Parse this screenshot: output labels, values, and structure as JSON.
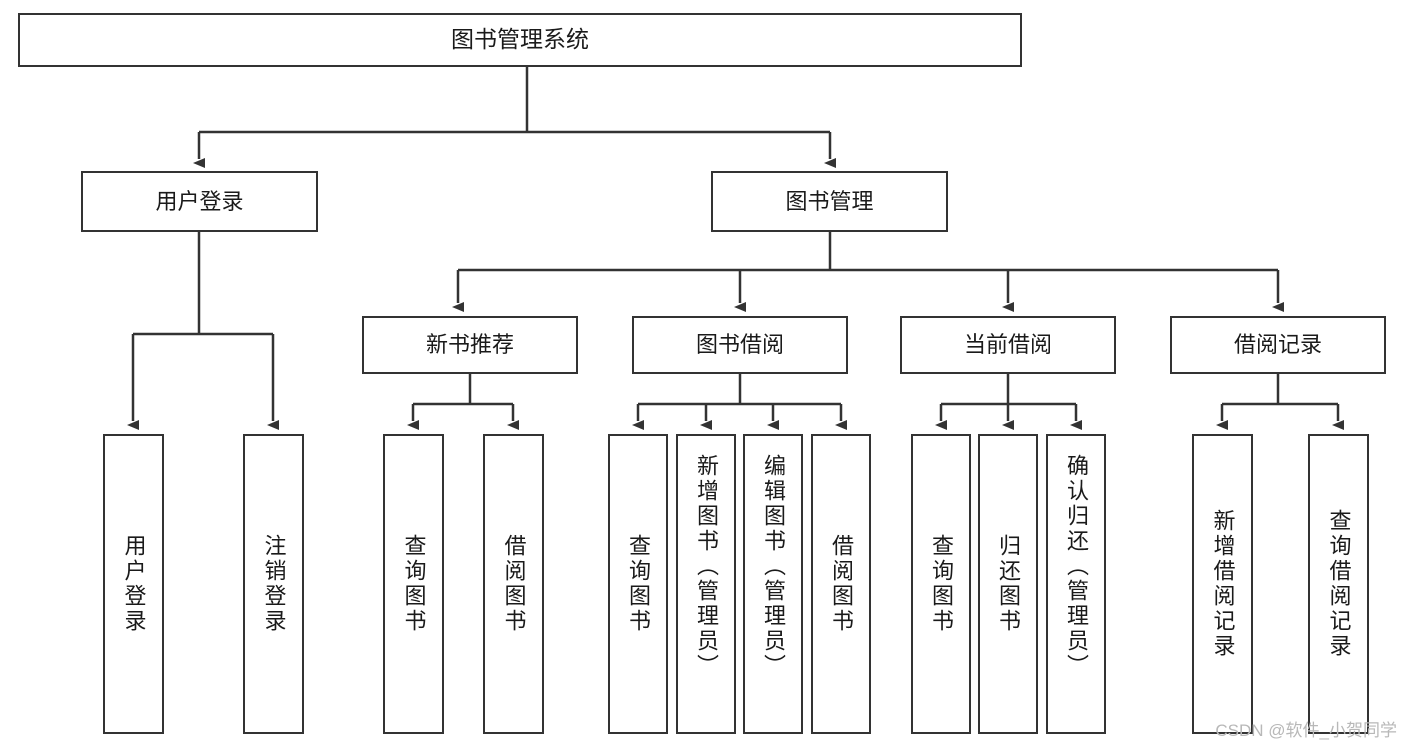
{
  "diagram": {
    "title": "图书管理系统",
    "type": "tree",
    "root": {
      "id": "root",
      "label": "图书管理系统",
      "orientation": "horizontal"
    },
    "level2": [
      {
        "id": "user-login",
        "label": "用户登录",
        "orientation": "horizontal"
      },
      {
        "id": "book-management",
        "label": "图书管理",
        "orientation": "horizontal"
      }
    ],
    "level3": [
      {
        "id": "new-book-recommend",
        "label": "新书推荐",
        "orientation": "horizontal",
        "parent": "book-management"
      },
      {
        "id": "book-borrow",
        "label": "图书借阅",
        "orientation": "horizontal",
        "parent": "book-management"
      },
      {
        "id": "current-borrow",
        "label": "当前借阅",
        "orientation": "horizontal",
        "parent": "book-management"
      },
      {
        "id": "borrow-record",
        "label": "借阅记录",
        "orientation": "horizontal",
        "parent": "book-management"
      }
    ],
    "leaves": [
      {
        "id": "leaf-user-login",
        "label": "用户登录",
        "orientation": "vertical",
        "parent": "user-login"
      },
      {
        "id": "leaf-logout",
        "label": "注销登录",
        "orientation": "vertical",
        "parent": "user-login"
      },
      {
        "id": "leaf-query-book-1",
        "label": "查询图书",
        "orientation": "vertical",
        "parent": "new-book-recommend"
      },
      {
        "id": "leaf-borrow-book-1",
        "label": "借阅图书",
        "orientation": "vertical",
        "parent": "new-book-recommend"
      },
      {
        "id": "leaf-query-book-2",
        "label": "查询图书",
        "orientation": "vertical",
        "parent": "book-borrow"
      },
      {
        "id": "leaf-add-book",
        "label": "新增图书（管理员）",
        "orientation": "vertical",
        "parent": "book-borrow"
      },
      {
        "id": "leaf-edit-book",
        "label": "编辑图书（管理员）",
        "orientation": "vertical",
        "parent": "book-borrow"
      },
      {
        "id": "leaf-borrow-book-2",
        "label": "借阅图书",
        "orientation": "vertical",
        "parent": "book-borrow"
      },
      {
        "id": "leaf-query-book-3",
        "label": "查询图书",
        "orientation": "vertical",
        "parent": "current-borrow"
      },
      {
        "id": "leaf-return-book",
        "label": "归还图书",
        "orientation": "vertical",
        "parent": "current-borrow"
      },
      {
        "id": "leaf-confirm-return",
        "label": "确认归还（管理员）",
        "orientation": "vertical",
        "parent": "current-borrow"
      },
      {
        "id": "leaf-add-record",
        "label": "新增借阅记录",
        "orientation": "vertical",
        "parent": "borrow-record"
      },
      {
        "id": "leaf-query-record",
        "label": "查询借阅记录",
        "orientation": "vertical",
        "parent": "borrow-record"
      }
    ],
    "colors": {
      "box_border": "#333333",
      "box_fill": "#ffffff",
      "edge": "#333333",
      "text": "#1a1a1a",
      "watermark": "#b8b8b8"
    }
  },
  "watermark": {
    "text": "CSDN @软件_小贺同学"
  }
}
